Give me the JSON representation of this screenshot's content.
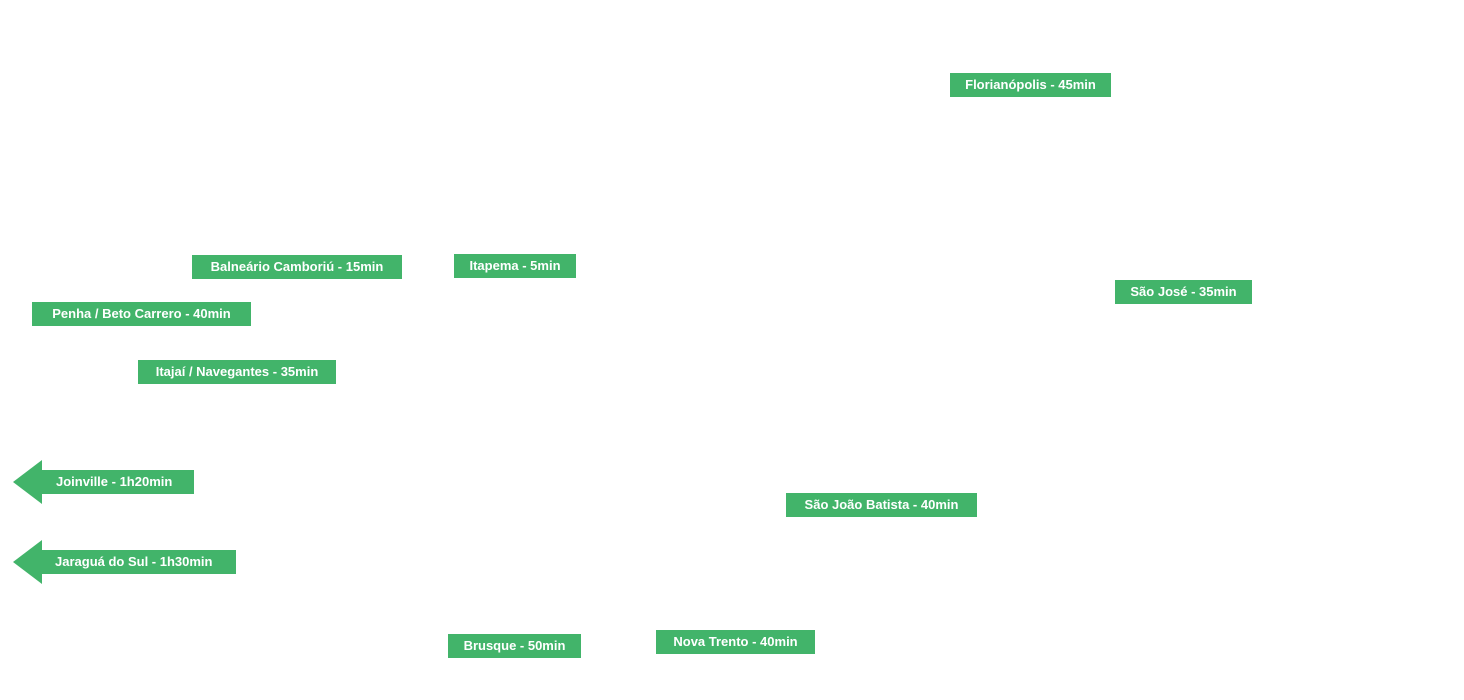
{
  "accent_color": "#42b46a",
  "text_color": "#ffffff",
  "destinations": [
    {
      "id": "florianopolis",
      "label": "Florianópolis - 45min",
      "arrow": false
    },
    {
      "id": "balneario-camboriu",
      "label": "Balneário Camboriú - 15min",
      "arrow": false
    },
    {
      "id": "itapema",
      "label": "Itapema - 5min",
      "arrow": false
    },
    {
      "id": "sao-jose",
      "label": "São José - 35min",
      "arrow": false
    },
    {
      "id": "penha-beto-carrero",
      "label": "Penha / Beto Carrero - 40min",
      "arrow": false
    },
    {
      "id": "itajai-navegantes",
      "label": "Itajaí / Navegantes - 35min",
      "arrow": false
    },
    {
      "id": "joinville",
      "label": "Joinville - 1h20min",
      "arrow": true,
      "arrow_direction": "left"
    },
    {
      "id": "sao-joao-batista",
      "label": "São João Batista - 40min",
      "arrow": false
    },
    {
      "id": "jaragua-do-sul",
      "label": "Jaraguá do Sul - 1h30min",
      "arrow": true,
      "arrow_direction": "left"
    },
    {
      "id": "brusque",
      "label": "Brusque - 50min",
      "arrow": false
    },
    {
      "id": "nova-trento",
      "label": "Nova Trento - 40min",
      "arrow": false
    }
  ]
}
